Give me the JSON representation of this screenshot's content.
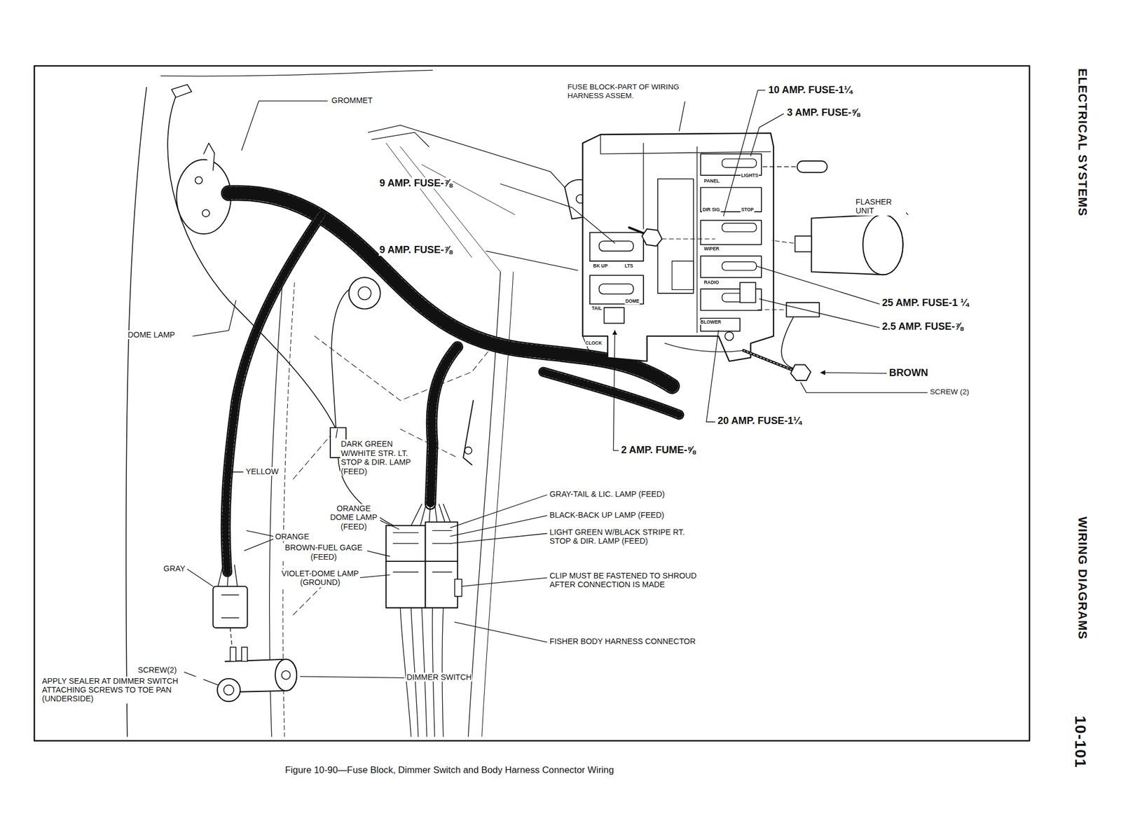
{
  "diagram": {
    "caption": "Figure 10-90—Fuse Block, Dimmer Switch and Body Harness Connector Wiring",
    "labels": [
      "ELECTRICAL SYSTEMS",
      "WIRING DIAGRAMS",
      "10-101",
      "GROMMET",
      "FUSE BLOCK-PART OF WIRING HARNESS ASSEM.",
      "10 AMP. FUSE-1¼",
      "3 AMP. FUSE-⅝",
      "9 AMP. FUSE-⅞",
      "FLASHER UNIT",
      "9 AMP. FUSE-⅞",
      "25 AMP. FUSE-1 ¼",
      "2.5 AMP. FUSE-⅞",
      "DOME LAMP",
      "BROWN",
      "SCREW (2)",
      "20 AMP. FUSE-1¼",
      "2 AMP. FUME-⅝",
      "DARK GREEN W/WHITE STR. LT. STOP & DIR. LAMP (FEED)",
      "YELLOW",
      "GRAY-TAIL & LIC. LAMP (FEED)",
      "ORANGE DOME LAMP (FEED)",
      "BLACK-BACK UP LAMP (FEED)",
      "LIGHT GREEN W/BLACK STRIPE RT. STOP & DIR. LAMP (FEED)",
      "ORANGE",
      "BROWN-FUEL GAGE (FEED)",
      "GRAY",
      "VIOLET-DOME LAMP (GROUND)",
      "CLIP MUST BE FASTENED TO SHROUD AFTER CONNECTION IS MADE",
      "FISHER BODY HARNESS CONNECTOR",
      "SCREW(2)",
      "DIMMER SWITCH",
      "APPLY SEALER AT DIMMER SWITCH ATTACHING SCREWS TO TOE PAN (UNDERSIDE)",
      "PANEL",
      "LIGHTS",
      "DIR SIG",
      "STOP",
      "WIPER",
      "BK UP",
      "LTS",
      "TAIL",
      "DOME",
      "RADIO",
      "BLOWER",
      "CLOCK"
    ]
  }
}
